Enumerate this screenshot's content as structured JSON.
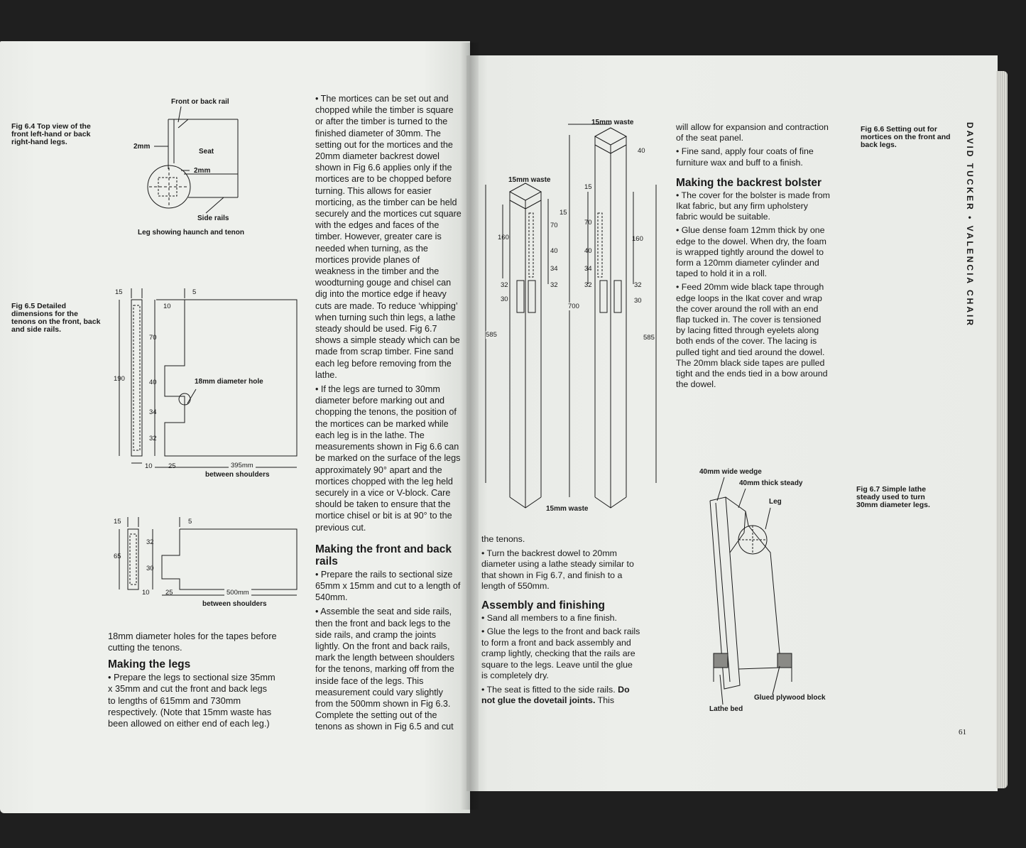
{
  "running_head": "DAVID TUCKER • VALENCIA CHAIR",
  "page_number": "61",
  "captions": {
    "fig64": "Fig 6.4 Top view of the front left-hand or back right-hand legs.",
    "fig65": "Fig 6.5 Detailed dimensions for the tenons on the front, back and side rails.",
    "fig66": "Fig 6.6 Setting out for mortices on the front and back legs.",
    "fig67": "Fig 6.7 Simple lathe steady used to turn 30mm diameter legs."
  },
  "fig64_labels": {
    "front_rail": "Front or back rail",
    "gap_left": "2mm",
    "seat": "Seat",
    "gap_right": "2mm",
    "side_rails": "Side rails",
    "leg_caption": "Leg showing haunch and tenon"
  },
  "fig65_labels": {
    "d15": "15",
    "d5": "5",
    "d10a": "10",
    "d70": "70",
    "d190": "190",
    "d40": "40",
    "hole": "18mm diameter hole",
    "d34": "34",
    "d32": "32",
    "d10b": "10",
    "d25": "25",
    "d395": "395mm",
    "between": "between shoulders"
  },
  "fig65b_labels": {
    "d15": "15",
    "d5": "5",
    "d32": "32",
    "d65": "65",
    "d30": "30",
    "d10": "10",
    "d25": "25",
    "d500": "500mm",
    "between": "between shoulders"
  },
  "fig66_labels": {
    "waste_top_right": "15mm waste",
    "waste_top_left": "15mm waste",
    "d40": "40",
    "d15a": "15",
    "d15b": "15",
    "d160a": "160",
    "d160b": "160",
    "d70a": "70",
    "d70b": "70",
    "d40a": "40",
    "d40b": "40",
    "d34a": "34",
    "d34b": "34",
    "d32a": "32",
    "d32b": "32",
    "d32c": "32",
    "d32d": "32",
    "d30a": "30",
    "d30b": "30",
    "d700": "700",
    "d585a": "585",
    "d585b": "585",
    "waste_bottom": "15mm waste"
  },
  "fig67_labels": {
    "wedge": "40mm wide wedge",
    "steady": "40mm thick steady",
    "leg": "Leg",
    "block": "Glued plywood block",
    "bed": "Lathe bed"
  },
  "left_col": {
    "p_cont": "18mm diameter holes for the tapes before cutting the tenons.",
    "h_legs": "Making the legs",
    "p_legs": "• Prepare the legs to sectional size 35mm x 35mm and cut the front and back legs to lengths of 615mm and 730mm respectively. (Note that 15mm waste has been allowed on either end of each leg.)"
  },
  "mid_col": {
    "p1": "• The mortices can be set out and chopped while the timber is square or after the timber is turned to the finished diameter of 30mm. The setting out for the mortices and the 20mm diameter backrest dowel shown in Fig 6.6 applies only if the mortices are to be chopped before turning. This allows for easier morticing, as the timber can be held securely and the mortices cut square with the edges and faces of the timber. However, greater care is needed when turning, as the mortices provide planes of weakness in the timber and the woodturning gouge and chisel can dig into the mortice edge if heavy cuts are made. To reduce ‘whipping’ when turning such thin legs, a lathe steady should be used. Fig 6.7 shows a simple steady which can be made from scrap timber. Fine sand each leg before removing from the lathe.",
    "p2": "• If the legs are turned to 30mm diameter before marking out and chopping the tenons, the position of the mortices can be marked while each leg is in the lathe. The measurements shown in Fig 6.6 can be marked on the surface of the legs approximately 90° apart and the mortices chopped with the leg held securely in a vice or V-block. Care should be taken to ensure that the mortice chisel or bit is at 90° to the previous cut.",
    "h_rails": "Making the front and back rails",
    "p3": "• Prepare the rails to sectional size 65mm x 15mm and cut to a length of 540mm.",
    "p4": "• Assemble the seat and side rails, then the front and back legs to the side rails, and cramp the joints lightly. On the front and back rails, mark the length between shoulders for the tenons, marking off from the inside face of the legs. This measurement could vary slightly from the 500mm shown in Fig 6.3. Complete the setting out of the tenons as shown in Fig 6.5 and cut"
  },
  "right_col_a": {
    "p_cont": "the tenons.",
    "p1": "• Turn the backrest dowel to 20mm diameter using a lathe steady similar to that shown in Fig 6.7, and finish to a length of 550mm.",
    "h_assembly": "Assembly and finishing",
    "p2": "• Sand all members to a fine finish.",
    "p3": "• Glue the legs to the front and back rails to form a front and back assembly and cramp lightly, checking that the rails are square to the legs. Leave until the glue is completely dry.",
    "p4a": "• The seat is fitted to the side rails.",
    "p4b": "Do not glue the dovetail joints.",
    "p4c": "This"
  },
  "right_col_b": {
    "p_cont": "will allow for expansion and contraction of the seat panel.",
    "p1": "• Fine sand, apply four coats of fine furniture wax and buff to a finish.",
    "h_bolster": "Making the backrest bolster",
    "p2": "• The cover for the bolster is made from Ikat fabric, but any firm upholstery fabric would be suitable.",
    "p3": "• Glue dense foam 12mm thick by one edge to the dowel. When dry, the foam is wrapped tightly around the dowel to form a 120mm diameter cylinder and taped to hold it in a roll.",
    "p4": "• Feed 20mm wide black tape through edge loops in the Ikat cover and wrap the cover around the roll with an end flap tucked in. The cover is tensioned by lacing fitted through eyelets along both ends of the cover. The lacing is pulled tight and tied around the dowel. The 20mm black side tapes are pulled tight and the ends tied in a bow around the dowel."
  }
}
